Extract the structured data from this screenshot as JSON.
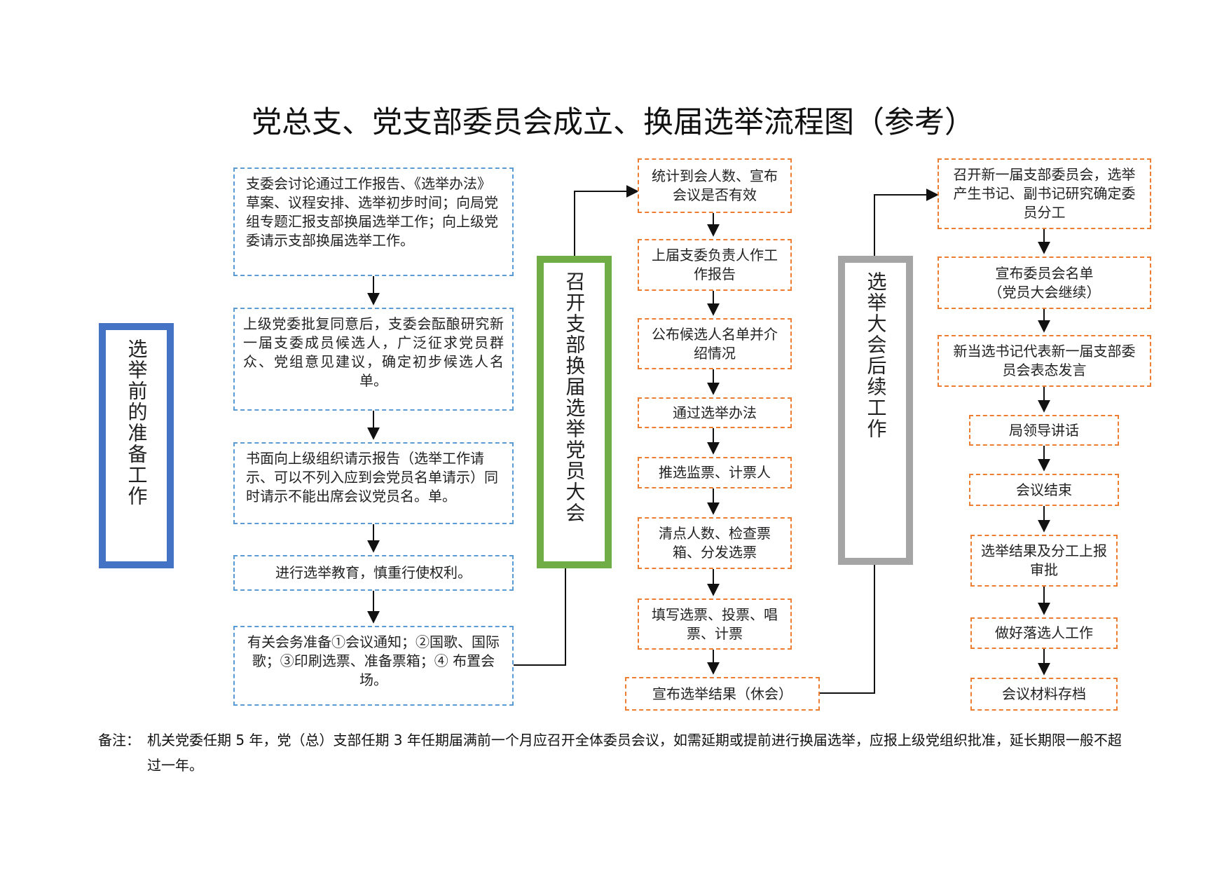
{
  "title": "党总支、党支部委员会成立、换届选举流程图（参考）",
  "stages": {
    "preparation": "选举前的准备工作",
    "congress": "召开支部换届选举党员大会",
    "followup": "选举大会后续工作"
  },
  "preparation_steps": [
    "支委会讨论通过工作报告、《选举办法》草案、议程安排、选举初步时间；向局党组专题汇报支部换届选举工作；向上级党委请示支部换届选举工作。",
    "上级党委批复同意后，支委会酝酿研究新一届支委成员候选人，广泛征求党员群众、党组意见建议，确定初步候选人名单。",
    "书面向上级组织请示报告（选举工作请示、可以不列入应到会党员名单请示）同时请示不能出席会议党员名。单。",
    "进行选举教育，慎重行使权利。",
    "有关会务准备①会议通知；②国歌、国际歌；③印刷选票、准备票箱；④ 布置会场。"
  ],
  "congress_steps": [
    "统计到会人数、宣布会议是否有效",
    "上届支委负责人作工作报告",
    "公布候选人名单并介绍情况",
    "通过选举办法",
    "推选监票、计票人",
    "清点人数、检查票箱、分发选票",
    "填写选票、投票、唱票、计票",
    "宣布选举结果（休会）"
  ],
  "followup_steps": [
    "召开新一届支部委员会，选举产生书记、副书记研究确定委员分工",
    "宣布委员会名单（党员大会继续）",
    "新当选书记代表新一届支部委员会表态发言",
    "局领导讲话",
    "会议结束",
    "选举结果及分工上报审批",
    "做好落选人工作",
    "会议材料存档"
  ],
  "note": {
    "label": "备注：",
    "text": "机关党委任期 5 年，党（总）支部任期 3 年任期届满前一个月应召开全体委员会议，如需延期或提前进行换届选举，应报上级党组织批准，延长期限一般不超过一年。"
  },
  "colors": {
    "preparation": "#4472c4",
    "congress": "#70ad47",
    "followup": "#a5a5a5",
    "left_dashed": "#5b9bd5",
    "right_dashed": "#ed7d31"
  }
}
